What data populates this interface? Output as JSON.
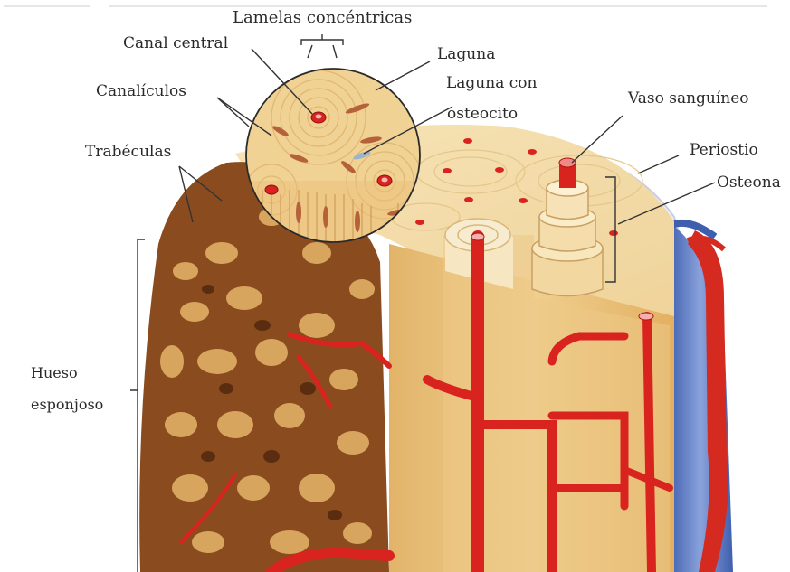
{
  "labels": {
    "lamelas": "Lamelas concéntricas",
    "canal_central": "Canal central",
    "laguna": "Laguna",
    "canaliculos": "Canalículos",
    "laguna_osteocito_1": "Laguna con",
    "laguna_osteocito_2": "osteocito",
    "vaso": "Vaso sanguíneo",
    "periostio": "Periostio",
    "osteona": "Osteona",
    "trabeculas": "Trabéculas",
    "hueso_1": "Hueso",
    "hueso_2": "esponjoso"
  },
  "colors": {
    "bone_light": "#f3dca8",
    "bone_mid": "#e8c27c",
    "bone_dark": "#c98f45",
    "spongy_dark": "#8a4b1e",
    "vessel_red": "#d8231f",
    "vessel_blue": "#5b79c4",
    "periosteum": "#e6e9f6",
    "leader": "#333333"
  }
}
